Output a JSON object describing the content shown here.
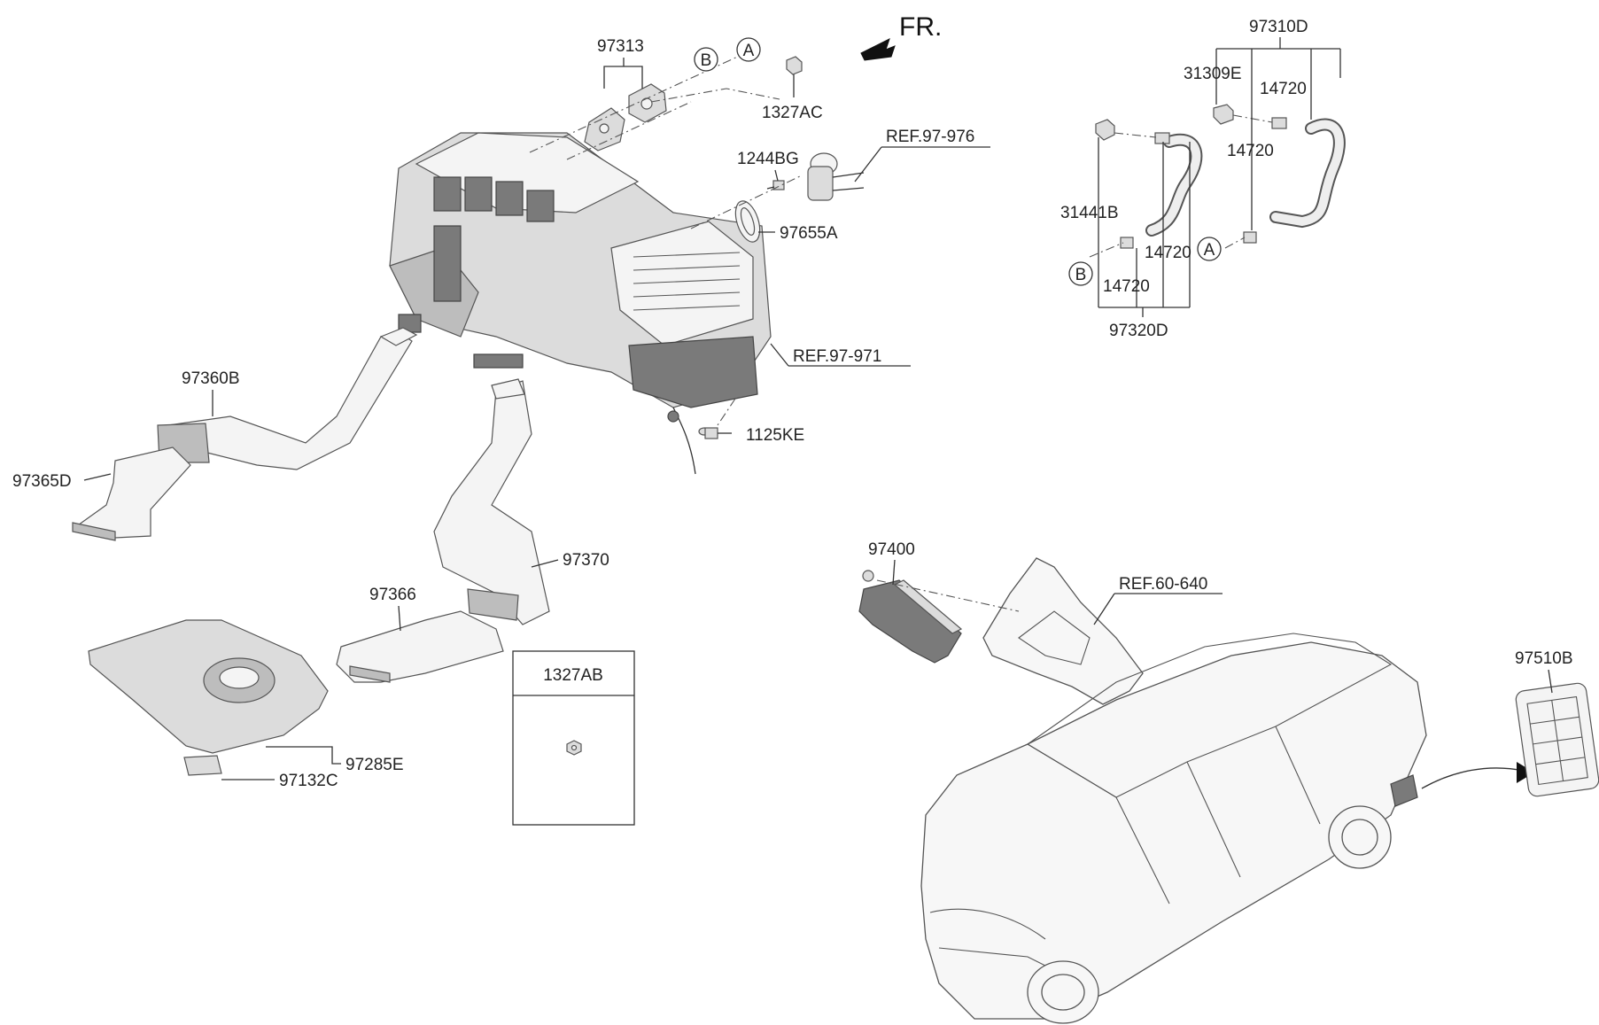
{
  "orientation": {
    "label": "FR."
  },
  "references": {
    "ref_97_976": "REF.97-976",
    "ref_97_971": "REF.97-971",
    "ref_60_640": "REF.60-640"
  },
  "callouts": {
    "p97313": "97313",
    "p1327AC": "1327AC",
    "p1244BG": "1244BG",
    "p97655A": "97655A",
    "p1125KE": "1125KE",
    "p97360B": "97360B",
    "p97365D": "97365D",
    "p97370": "97370",
    "p97366": "97366",
    "p97285E": "97285E",
    "p97132C": "97132C",
    "p97400": "97400",
    "p97510B": "97510B",
    "p97310D": "97310D",
    "p31309E": "31309E",
    "p14720_a": "14720",
    "p14720_b": "14720",
    "p14720_c": "14720",
    "p14720_d": "14720",
    "p31441B": "31441B",
    "p97320D": "97320D"
  },
  "circled_markers": {
    "a_top": "A",
    "b_top": "B",
    "a_right": "A",
    "b_right": "B"
  },
  "inset_box": {
    "title": "1327AB"
  }
}
